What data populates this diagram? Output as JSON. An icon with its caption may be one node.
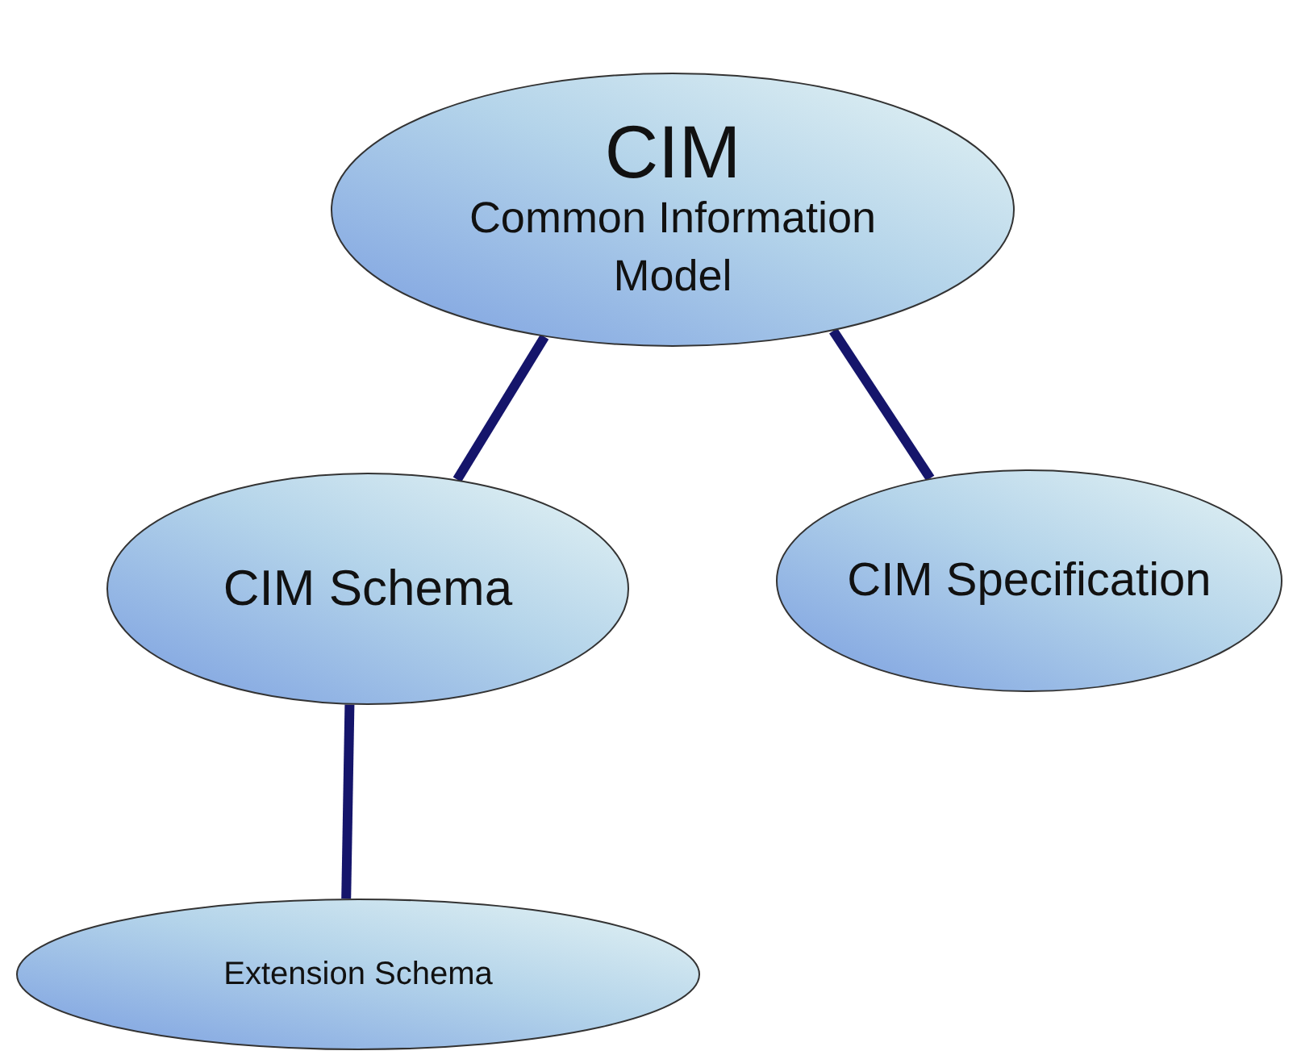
{
  "diagram": {
    "nodes": [
      {
        "text": [
          "CIM",
          "Common Information Model"
        ]
      },
      {
        "text": [
          "CIM Schema"
        ]
      },
      {
        "text": [
          "CIM Specification"
        ]
      },
      {
        "text": [
          "Extension Schema"
        ]
      }
    ],
    "edges": [
      {
        "from": 0,
        "to": 1,
        "arrow": "none"
      },
      {
        "from": 0,
        "to": 2,
        "arrow": "none"
      },
      {
        "from": 1,
        "to": 3,
        "arrow": "none"
      }
    ]
  }
}
